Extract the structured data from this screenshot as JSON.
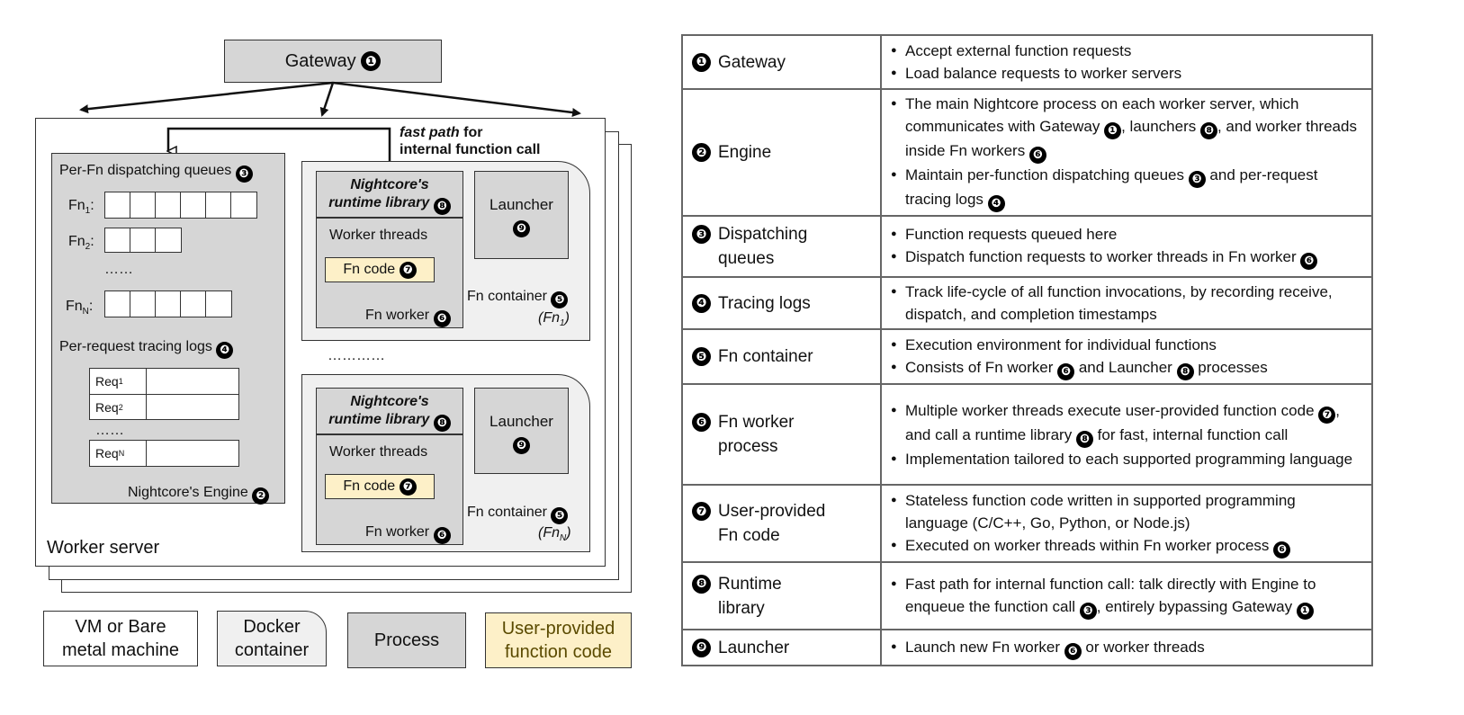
{
  "diagram": {
    "gateway": {
      "label": "Gateway",
      "num": "❶"
    },
    "fast_path": {
      "bold": "fast path",
      "rest": " for",
      "line2": "internal function call"
    },
    "engine": {
      "queues_title": "Per-Fn dispatching queues",
      "queues_num": "❸",
      "fn_prefix": "Fn",
      "fn1_sub": "1",
      "fn2_sub": "2",
      "fnN_sub": "N",
      "colon": ":",
      "ellipsis": "……",
      "logs_title": "Per-request tracing logs",
      "logs_num": "❹",
      "req_prefix": "Req",
      "req1_sub": "1",
      "req2_sub": "2",
      "reqN_sub": "N",
      "label": "Nightcore's Engine",
      "num": "❷"
    },
    "container_top": {
      "runtime_line1": "Nightcore's",
      "runtime_line2": "runtime library",
      "runtime_num": "❽",
      "worker_threads": "Worker threads",
      "fn_code": "Fn code",
      "fn_code_num": "❼",
      "fn_worker": "Fn worker",
      "fn_worker_num": "❻",
      "launcher": "Launcher",
      "launcher_num": "❾",
      "container_label": "Fn container",
      "container_num": "❺",
      "fn_name_base": "Fn",
      "fn_name_sub": "1"
    },
    "container_bottom": {
      "runtime_line1": "Nightcore's",
      "runtime_line2": "runtime library",
      "runtime_num": "❽",
      "worker_threads": "Worker threads",
      "fn_code": "Fn code",
      "fn_code_num": "❼",
      "fn_worker": "Fn worker",
      "fn_worker_num": "❻",
      "launcher": "Launcher",
      "launcher_num": "❾",
      "container_label": "Fn container",
      "container_num": "❺",
      "fn_name_base": "Fn",
      "fn_name_sub": "N"
    },
    "dots_between": "…………",
    "worker_server": "Worker server",
    "legend": [
      {
        "line1": "VM or Bare",
        "line2": "metal machine"
      },
      {
        "line1": "Docker",
        "line2": "container"
      },
      {
        "line1": "Process",
        "line2": ""
      },
      {
        "line1": "User-provided",
        "line2": "function code"
      }
    ]
  },
  "table": [
    {
      "num": "❶",
      "name1": "Gateway",
      "name2": "",
      "bullets": [
        [
          {
            "t": "Accept external function requests"
          }
        ],
        [
          {
            "t": "Load balance requests to worker servers"
          }
        ]
      ]
    },
    {
      "num": "❷",
      "name1": "Engine",
      "name2": "",
      "bullets": [
        [
          {
            "t": "The main Nightcore process on each worker server, which communicates with Gateway "
          },
          {
            "n": "❶"
          },
          {
            "t": ", launchers "
          },
          {
            "n": "❽"
          },
          {
            "t": ", and worker threads inside Fn workers "
          },
          {
            "n": "❻"
          }
        ],
        [
          {
            "t": "Maintain per-function dispatching queues "
          },
          {
            "n": "❸"
          },
          {
            "t": " and per-request tracing logs "
          },
          {
            "n": "❹"
          }
        ]
      ]
    },
    {
      "num": "❸",
      "name1": "Dispatching",
      "name2": "queues",
      "bullets": [
        [
          {
            "t": "Function requests queued here"
          }
        ],
        [
          {
            "t": "Dispatch function requests to worker threads in Fn worker "
          },
          {
            "n": "❻"
          }
        ]
      ]
    },
    {
      "num": "❹",
      "name1": "Tracing logs",
      "name2": "",
      "bullets": [
        [
          {
            "t": "Track life-cycle of all function invocations, by recording receive, dispatch, and completion timestamps"
          }
        ]
      ]
    },
    {
      "num": "❺",
      "name1": "Fn container",
      "name2": "",
      "bullets": [
        [
          {
            "t": "Execution environment for individual functions"
          }
        ],
        [
          {
            "t": "Consists of Fn worker "
          },
          {
            "n": "❻"
          },
          {
            "t": " and Launcher "
          },
          {
            "n": "❽"
          },
          {
            "t": " processes"
          }
        ]
      ]
    },
    {
      "num": "❻",
      "name1": "Fn worker",
      "name2": "process",
      "bullets": [
        [
          {
            "t": "Multiple worker threads execute user-provided function code "
          },
          {
            "n": "❼"
          },
          {
            "t": ", and call a runtime library "
          },
          {
            "n": "❽"
          },
          {
            "t": " for fast, internal function call"
          }
        ],
        [
          {
            "t": "Implementation tailored to each supported programming language"
          }
        ]
      ]
    },
    {
      "num": "❼",
      "name1": "User-provided",
      "name2": "Fn code",
      "bullets": [
        [
          {
            "t": "Stateless function code written in supported programming language (C/C++, Go, Python, or Node.js)"
          }
        ],
        [
          {
            "t": "Executed on worker threads within Fn worker process "
          },
          {
            "n": "❻"
          }
        ]
      ]
    },
    {
      "num": "❽",
      "name1": "Runtime",
      "name2": "library",
      "bullets": [
        [
          {
            "t": "Fast path for internal function call: talk directly with Engine to enqueue the function call "
          },
          {
            "n": "❸"
          },
          {
            "t": ", entirely bypassing Gateway "
          },
          {
            "n": "❶"
          }
        ]
      ]
    },
    {
      "num": "❾",
      "name1": "Launcher",
      "name2": "",
      "bullets": [
        [
          {
            "t": "Launch new Fn worker "
          },
          {
            "n": "❻"
          },
          {
            "t": " or worker threads"
          }
        ]
      ]
    }
  ]
}
